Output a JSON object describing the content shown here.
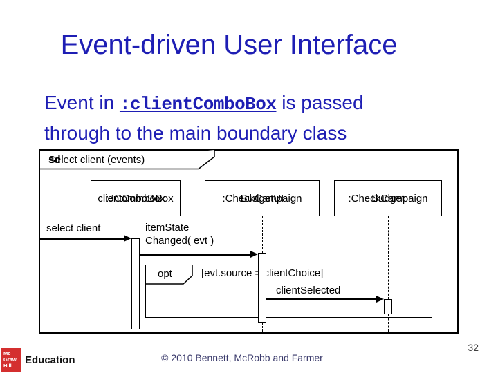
{
  "slide": {
    "title": "Event-driven User Interface",
    "body_line1_prefix": "Event in ",
    "body_code": ":clientComboBox",
    "body_line1_suffix": " is passed",
    "body_line2": "through to the main boundary class"
  },
  "diagram": {
    "frame_keyword": "sd",
    "frame_title": " Select client (events)",
    "lifelines": [
      {
        "line1": "clientComboBox",
        "line2": ":JComboBox"
      },
      {
        "line1": ":CheckCampaign",
        "line2": "BudgetUI"
      },
      {
        "line1": ":CheckCampaign",
        "line2": "Budget"
      }
    ],
    "messages": {
      "select_client": "select client",
      "item_state_line1": "itemState",
      "item_state_line2": "Changed( evt )",
      "client_selected": "clientSelected"
    },
    "fragment": {
      "operator": "opt",
      "guard": "[evt.source = clientChoice]"
    }
  },
  "footer": {
    "copyright": "© 2010 Bennett, McRobb and Farmer",
    "page_number": "32",
    "logo_line1": "Mc",
    "logo_line2": "Graw",
    "logo_line3": "Hill",
    "logo_brand": "Education"
  },
  "colors": {
    "title_blue": "#1e1eb4",
    "body_blue": "#1e1eb4",
    "diagram_ink": "#000000",
    "footer_text": "#3a3a6b",
    "page_number": "#404040",
    "logo_red": "#d42f2f",
    "background": "#ffffff"
  }
}
